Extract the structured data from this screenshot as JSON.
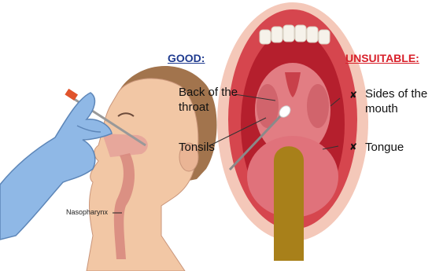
{
  "labels": {
    "good": "GOOD:",
    "unsuitable": "UNSUITABLE:",
    "back_of_throat_line1": "Back of the",
    "back_of_throat_line2": "throat",
    "tonsils": "Tonsils",
    "sides_line1": "Sides of the",
    "sides_line2": "mouth",
    "tongue": "Tongue",
    "nasopharynx": "Nasopharynx",
    "cross_mark": "✘"
  },
  "colors": {
    "good": "#1f3b8f",
    "unsuitable": "#d8202a",
    "glove": "#8fb8e6",
    "skin": "#f2c7a5",
    "hair": "#a2744d",
    "lips": "#d6464e",
    "mouth_inside": "#b51f2d",
    "throat": "#e27d83",
    "tongue_object": "#a8801a"
  },
  "icons": [
    "cross-mark-icon",
    "swab-icon",
    "gloved-hand-icon"
  ]
}
